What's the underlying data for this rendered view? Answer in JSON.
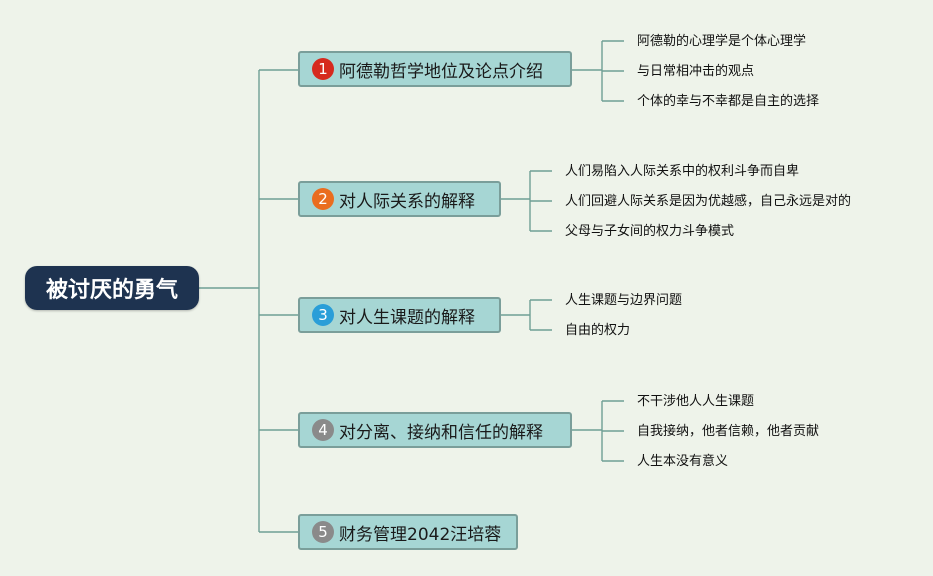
{
  "root": {
    "title": "被讨厌的勇气"
  },
  "colors": {
    "line": "#6f9f95",
    "badge1": "#d62a1e",
    "badge2": "#ea6d1f",
    "badge3": "#2a9ed8",
    "badge4": "#8a8a8a",
    "badge5": "#8a8a8a"
  },
  "branches": [
    {
      "num": "1",
      "label": "阿德勒哲学地位及论点介绍",
      "children": [
        "阿德勒的心理学是个体心理学",
        "与日常相冲击的观点",
        "个体的幸与不幸都是自主的选择"
      ]
    },
    {
      "num": "2",
      "label": "对人际关系的解释",
      "children": [
        "人们易陷入人际关系中的权利斗争而自卑",
        "人们回避人际关系是因为优越感，自己永远是对的",
        "父母与子女间的权力斗争模式"
      ]
    },
    {
      "num": "3",
      "label": "对人生课题的解释",
      "children": [
        "人生课题与边界问题",
        "自由的权力"
      ]
    },
    {
      "num": "4",
      "label": "对分离、接纳和信任的解释",
      "children": [
        "不干涉他人人生课题",
        "自我接纳，他者信赖，他者贡献",
        "人生本没有意义"
      ]
    },
    {
      "num": "5",
      "label": "财务管理2042汪培蓉",
      "children": []
    }
  ]
}
